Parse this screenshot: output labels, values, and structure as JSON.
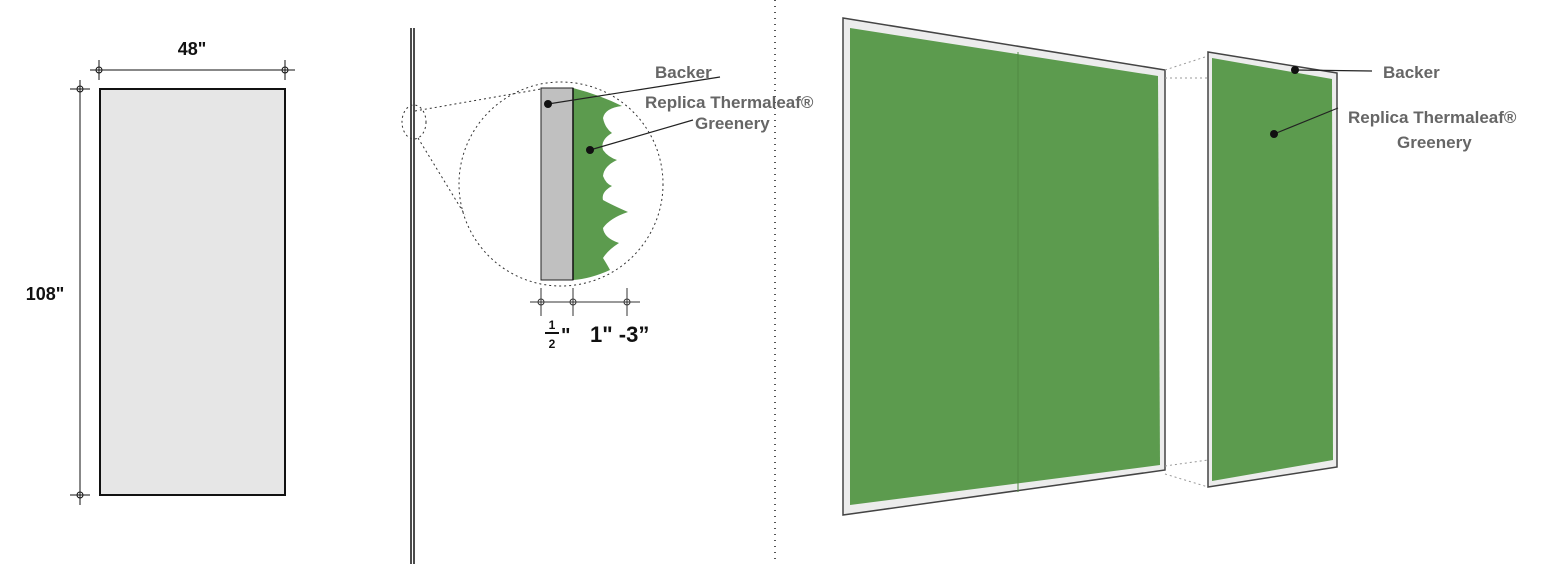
{
  "panel_front": {
    "width_label": "48\"",
    "height_label": "108\""
  },
  "section_detail": {
    "backer_label": "Backer",
    "greenery_label_line1": "Replica Thermaleaf®",
    "greenery_label_line2": "Greenery",
    "backer_thickness_num": "1",
    "backer_thickness_den": "2",
    "backer_thickness_unit": "\"",
    "greenery_depth_label": "1\" -3”"
  },
  "perspective_view": {
    "backer_label": "Backer",
    "greenery_label_line1": "Replica Thermaleaf®",
    "greenery_label_line2": "Greenery"
  },
  "colors": {
    "greenery": "#5c9b4e",
    "backer": "#c0c0c0",
    "panel": "#e6e6e6",
    "label": "#666666"
  }
}
